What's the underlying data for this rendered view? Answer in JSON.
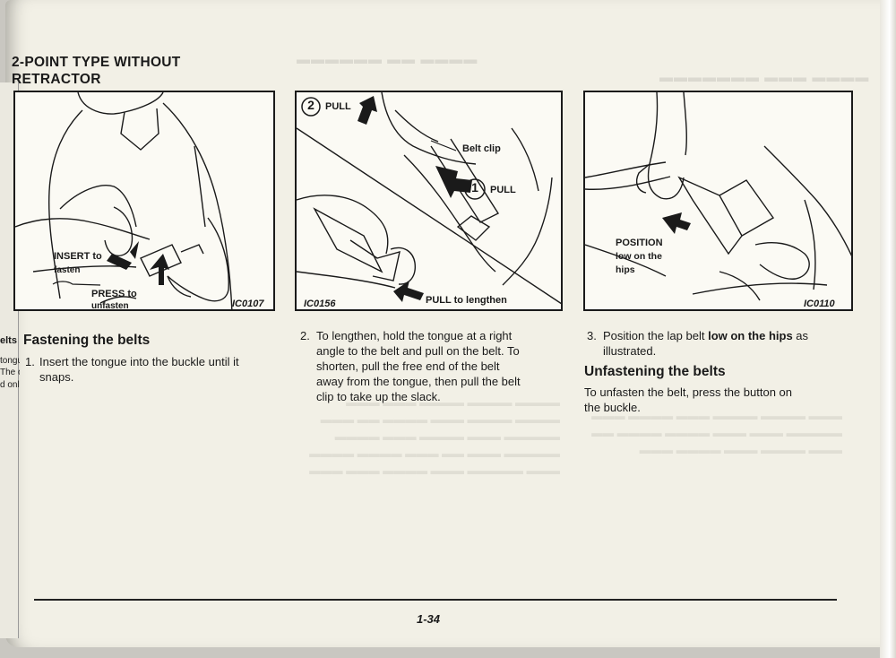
{
  "section_title_line1": "2-POINT TYPE WITHOUT",
  "section_title_line2": "RETRACTOR",
  "left_margin": [
    "elts",
    "tongu",
    "The o",
    "d onl"
  ],
  "panels": [
    {
      "labels": {
        "insert": "INSERT to",
        "fasten": "fasten",
        "press": "PRESS to",
        "unfasten": "unfasten"
      },
      "code": "IC0107"
    },
    {
      "labels": {
        "step2": "2",
        "pull_top": "PULL",
        "belt_clip": "Belt clip",
        "step1": "1",
        "pull_right": "PULL",
        "pull_lengthen": "PULL to lengthen"
      },
      "code": "IC0156"
    },
    {
      "labels": {
        "position": "POSITION",
        "low_on_the": "low on the",
        "hips": "hips"
      },
      "code": "IC0110"
    }
  ],
  "col1": {
    "heading": "Fastening the belts",
    "item1_num": "1.",
    "item1_line1": "Insert the tongue into the buckle until it",
    "item1_line2": "snaps."
  },
  "col2": {
    "item2_num": "2.",
    "lines": [
      "To lengthen, hold the tongue at a right",
      "angle to the belt and pull on the belt. To",
      "shorten, pull the free end of the belt",
      "away from the tongue, then pull the belt",
      "clip to take up the slack."
    ]
  },
  "col3": {
    "item3_num": "3.",
    "item3_line1_start": "Position the lap belt ",
    "item3_line1_bold": "low on the hips",
    "item3_line1_end": " as",
    "item3_line2": "illustrated.",
    "heading": "Unfastening the belts",
    "line1": "To unfasten the belt, press the button on",
    "line2": "the buckle."
  },
  "page_number": "1-34"
}
